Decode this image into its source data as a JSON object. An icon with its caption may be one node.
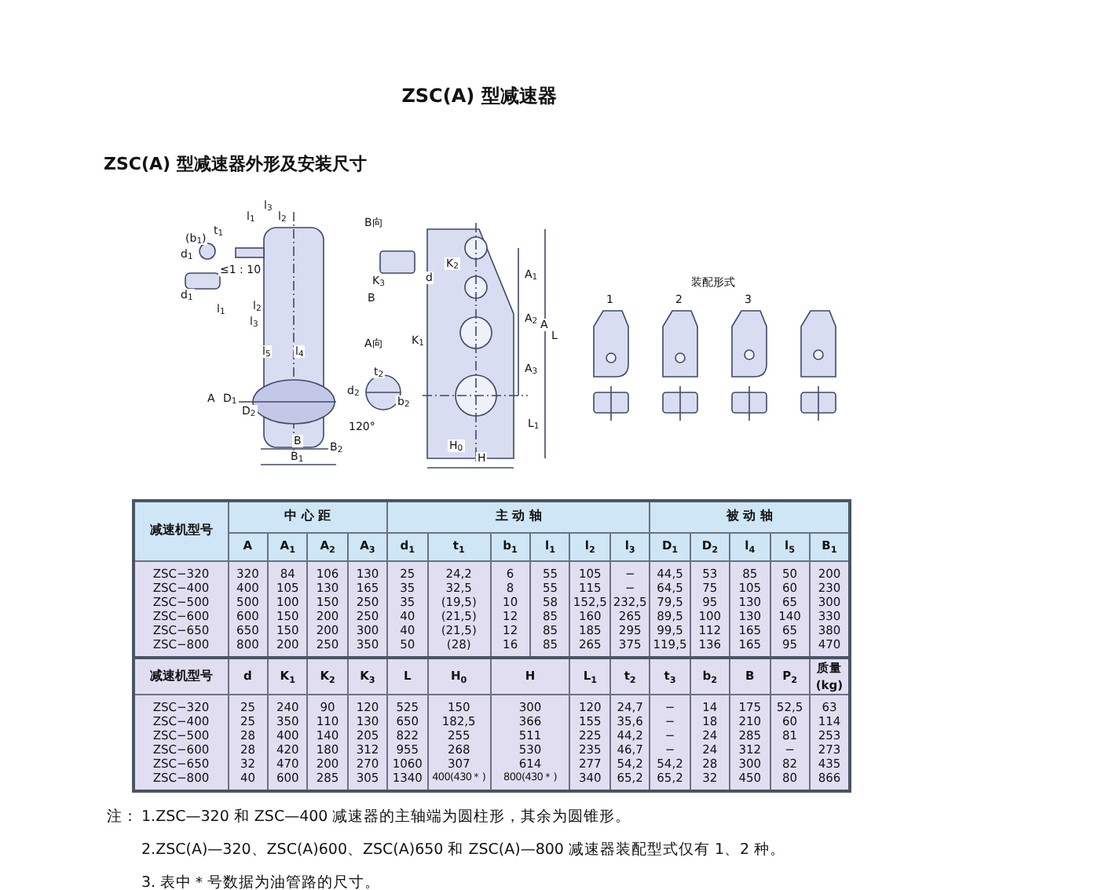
{
  "diagram": {
    "title": "ZSC(A) 型减速器",
    "labels": [
      "ZSC(A) 型减速器外形及安装尺寸",
      "l$_{3}$",
      "l$_{1}$",
      "l$_{2}$",
      "(b$_{1}$)",
      "t$_{1}$",
      "d$_{1}$",
      "≤1 : 10",
      "d$_{1}$",
      "l$_{1}$",
      "l$_{2}$",
      "l$_{3}$",
      "l$_{5}$",
      "l$_{4}$",
      "A",
      "D$_{1}$",
      "D$_{2}$",
      "B",
      "B$_{1}$",
      "B$_{2}$",
      "B向",
      "K$_{3}$",
      "B",
      "A向",
      "t$_{2}$",
      "d$_{2}$",
      "b$_{2}$",
      "120°",
      "d",
      "K$_{2}$",
      "K$_{1}$",
      "A$_{1}$",
      "A$_{2}$",
      "A$_{3}$",
      "A",
      "L",
      "L$_{1}$",
      "H$_{0}$",
      "H",
      "装配形式",
      "1",
      "2",
      "3",
      "减速机型号",
      "中 心 距",
      "主 动 轴",
      "被 动 轴",
      "A",
      "A$_{1}$",
      "A$_{2}$",
      "A$_{3}$",
      "d$_{1}$",
      "t$_{1}$",
      "b$_{1}$",
      "l$_{1}$",
      "l$_{2}$",
      "l$_{3}$",
      "D$_{1}$",
      "D$_{2}$",
      "l$_{4}$",
      "l$_{5}$",
      "B$_{1}$",
      "ZSC−320",
      "320",
      "84",
      "106",
      "130",
      "25",
      "24,2",
      "6",
      "55",
      "105",
      "−",
      "44,5",
      "53",
      "85",
      "50",
      "200",
      "ZSC−400",
      "400",
      "105",
      "130",
      "165",
      "35",
      "32,5",
      "8",
      "55",
      "115",
      "−",
      "64,5",
      "75",
      "105",
      "60",
      "230",
      "ZSC−500",
      "500",
      "100",
      "150",
      "250",
      "35",
      "(19,5)",
      "10",
      "58",
      "152,5",
      "232,5",
      "79,5",
      "95",
      "130",
      "65",
      "300",
      "ZSC−600",
      "600",
      "150",
      "200",
      "250",
      "40",
      "(21,5)",
      "12",
      "85",
      "160",
      "265",
      "89,5",
      "100",
      "130",
      "140",
      "330",
      "ZSC−650",
      "650",
      "150",
      "200",
      "300",
      "40",
      "(21,5)",
      "12",
      "85",
      "185",
      "295",
      "99,5",
      "112",
      "165",
      "65",
      "380",
      "ZSC−800",
      "800",
      "200",
      "250",
      "350",
      "50",
      "(28)",
      "16",
      "85",
      "265",
      "375",
      "119,5",
      "136",
      "165",
      "95",
      "470",
      "减速机型号",
      "d",
      "K$_{1}$",
      "K$_{2}$",
      "K$_{3}$",
      "L",
      "H$_{0}$",
      "H",
      "L$_{1}$",
      "t$_{2}$",
      "t$_{3}$",
      "b$_{2}$",
      "B",
      "P$_{2}$",
      "质量(kg)",
      "ZSC−320",
      "25",
      "240",
      "90",
      "120",
      "525",
      "150",
      "300",
      "120",
      "24,7",
      "−",
      "14",
      "175",
      "52,5",
      "63",
      "ZSC−400",
      "25",
      "350",
      "110",
      "130",
      "650",
      "182,5",
      "366",
      "155",
      "35,6",
      "−",
      "18",
      "210",
      "60",
      "114",
      "ZSC−500",
      "28",
      "400",
      "140",
      "205",
      "822",
      "255",
      "511",
      "225",
      "44,2",
      "−",
      "24",
      "285",
      "81",
      "253",
      "ZSC−600",
      "28",
      "420",
      "180",
      "312",
      "955",
      "268",
      "530",
      "235",
      "46,7",
      "−",
      "24",
      "312",
      "−",
      "273",
      "ZSC−650",
      "32",
      "470",
      "200",
      "270",
      "1060",
      "307",
      "614",
      "277",
      "54,2",
      "54,2",
      "28",
      "300",
      "82",
      "435",
      "ZSC−800",
      "40",
      "600",
      "285",
      "305",
      "1340",
      "400(430＊)",
      "800(430＊)",
      "340",
      "65,2",
      "65,2",
      "32",
      "450",
      "80",
      "866",
      "注：",
      "1.ZSC—320 和 ZSC—400 减速器的主轴端为圆柱形，其余为圆锥形。",
      "2.ZSC(A)—320、ZSC(A)600、ZSC(A)650 和 ZSC(A)—800 减速器装配型式仅有 1、2 种。",
      "3. 表中＊号数据为油管路的尺寸。"
    ]
  }
}
